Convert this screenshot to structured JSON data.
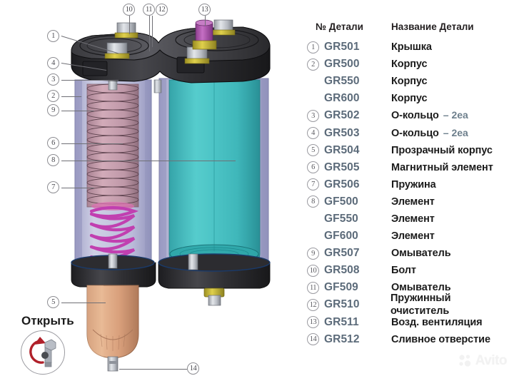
{
  "table": {
    "header": {
      "num": "№ Детали",
      "name": "Название Детали"
    },
    "rows": [
      {
        "num": "1",
        "code": "GR501",
        "name": "Крышка",
        "qty": ""
      },
      {
        "num": "2",
        "code": "GR500",
        "name": "Корпус",
        "qty": ""
      },
      {
        "num": "",
        "code": "GR550",
        "name": "Корпус",
        "qty": ""
      },
      {
        "num": "",
        "code": "GR600",
        "name": "Корпус",
        "qty": ""
      },
      {
        "num": "3",
        "code": "GR502",
        "name": "О-кольцо",
        "qty": "– 2ea"
      },
      {
        "num": "4",
        "code": "GR503",
        "name": "О-кольцо",
        "qty": "– 2ea"
      },
      {
        "num": "5",
        "code": "GR504",
        "name": "Прозрачный корпус",
        "qty": ""
      },
      {
        "num": "6",
        "code": "GR505",
        "name": "Магнитный элемент",
        "qty": ""
      },
      {
        "num": "7",
        "code": "GR506",
        "name": "Пружина",
        "qty": ""
      },
      {
        "num": "8",
        "code": "GF500",
        "name": "Элемент",
        "qty": ""
      },
      {
        "num": "",
        "code": "GF550",
        "name": "Элемент",
        "qty": ""
      },
      {
        "num": "",
        "code": "GF600",
        "name": "Элемент",
        "qty": ""
      },
      {
        "num": "9",
        "code": "GR507",
        "name": "Омыватель",
        "qty": ""
      },
      {
        "num": "10",
        "code": "GR508",
        "name": "Болт",
        "qty": ""
      },
      {
        "num": "11",
        "code": "GF509",
        "name": "Омыватель",
        "qty": ""
      },
      {
        "num": "12",
        "code": "GR510",
        "name": "Пружинный очиститель",
        "qty": ""
      },
      {
        "num": "13",
        "code": "GR511",
        "name": "Возд. вентиляция",
        "qty": ""
      },
      {
        "num": "14",
        "code": "GR512",
        "name": "Сливное отверстие",
        "qty": ""
      }
    ]
  },
  "diagram": {
    "callouts_left": [
      "1",
      "4",
      "3",
      "2",
      "9",
      "6",
      "8",
      "7",
      "5"
    ],
    "callouts_top": [
      "10",
      "11",
      "12",
      "13"
    ],
    "callouts_bottom": [
      "14"
    ],
    "open_label": "Открыть",
    "rotation_icon": "counterclockwise-arrow-icon",
    "valve_icon": "drain-valve-icon"
  },
  "watermark": {
    "text": "Avito",
    "icon": "avito-logo-icon"
  },
  "colors": {
    "cap_black": "#303033",
    "element_pink": "#c79aa8",
    "chamber_teal": "#3dbdbd",
    "housing_lavender": "#b3b4d4",
    "bowl_tan": "#dda583",
    "spring_magenta": "#c13fb0",
    "vent_purple": "#a council",
    "bolt_silver": "#c9ccd1",
    "brass": "#c9b83c",
    "code_blue": "#5c6b7a",
    "qty_grey": "#6d7f8c"
  }
}
